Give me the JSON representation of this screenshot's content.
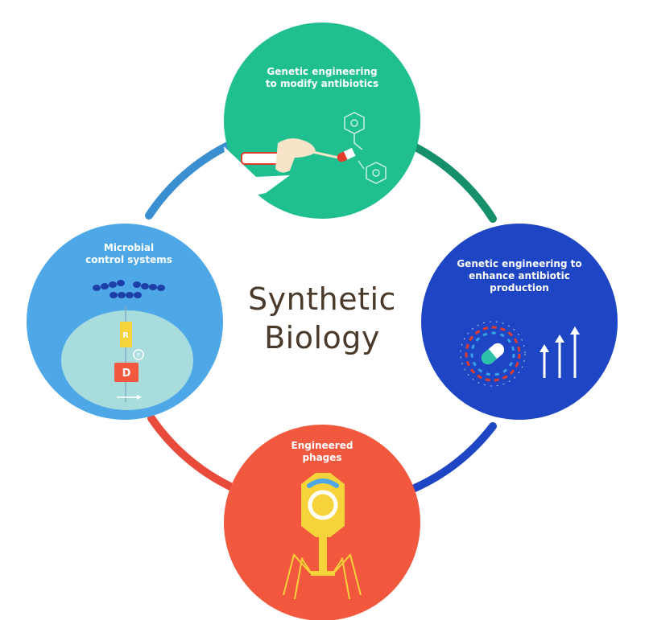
{
  "title": {
    "line1": "Synthetic",
    "line2": "Biology"
  },
  "nodes": {
    "top": {
      "lines": [
        "Genetic engineering",
        "to modify antibiotics"
      ],
      "color": "#1fbf8f"
    },
    "right": {
      "lines": [
        "Genetic engineering to",
        "enhance antibiotic",
        "production"
      ],
      "color": "#1e46c4"
    },
    "bottom": {
      "lines": [
        "Engineered",
        "phages"
      ],
      "color": "#f2583e"
    },
    "left": {
      "lines": [
        "Microbial",
        "control systems"
      ],
      "color": "#4ea8e8"
    }
  },
  "connector_colors": {
    "top_right": "#16906a",
    "right_bottom": "#1e46c4",
    "bottom_left": "#e84b3c",
    "left_top": "#3a8fd0"
  },
  "gene_labels": {
    "upper": "R",
    "lower": "D",
    "phospho": "P"
  },
  "icons": [
    "hand-icon",
    "pill-icon",
    "hexagon-molecule-icon",
    "dna-ring-icon",
    "up-arrow-icon",
    "bacteriophage-icon",
    "gene-cassette-icon"
  ]
}
